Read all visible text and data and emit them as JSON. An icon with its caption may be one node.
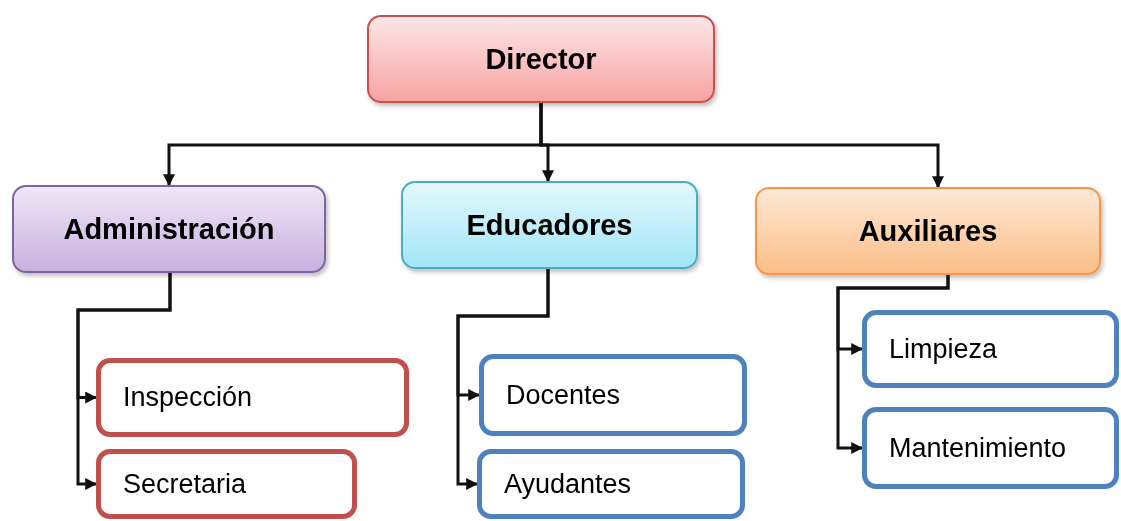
{
  "diagram": {
    "nodes": [
      {
        "text": [
          "Director"
        ]
      },
      {
        "text": [
          "Administración"
        ]
      },
      {
        "text": [
          "Educadores"
        ]
      },
      {
        "text": [
          "Auxiliares"
        ]
      },
      {
        "text": [
          "Inspección"
        ]
      },
      {
        "text": [
          "Secretaria"
        ]
      },
      {
        "text": [
          "Docentes"
        ]
      },
      {
        "text": [
          "Ayudantes"
        ]
      },
      {
        "text": [
          "Limpieza"
        ]
      },
      {
        "text": [
          "Mantenimiento"
        ]
      }
    ],
    "edges": [
      {
        "from": 0,
        "to": 1,
        "arrow": "to"
      },
      {
        "from": 0,
        "to": 2,
        "arrow": "to"
      },
      {
        "from": 0,
        "to": 3,
        "arrow": "to"
      },
      {
        "from": 1,
        "to": 4,
        "arrow": "to"
      },
      {
        "from": 1,
        "to": 5,
        "arrow": "to"
      },
      {
        "from": 2,
        "to": 6,
        "arrow": "to"
      },
      {
        "from": 2,
        "to": 7,
        "arrow": "to"
      },
      {
        "from": 3,
        "to": 8,
        "arrow": "to"
      },
      {
        "from": 3,
        "to": 9,
        "arrow": "to"
      }
    ]
  }
}
